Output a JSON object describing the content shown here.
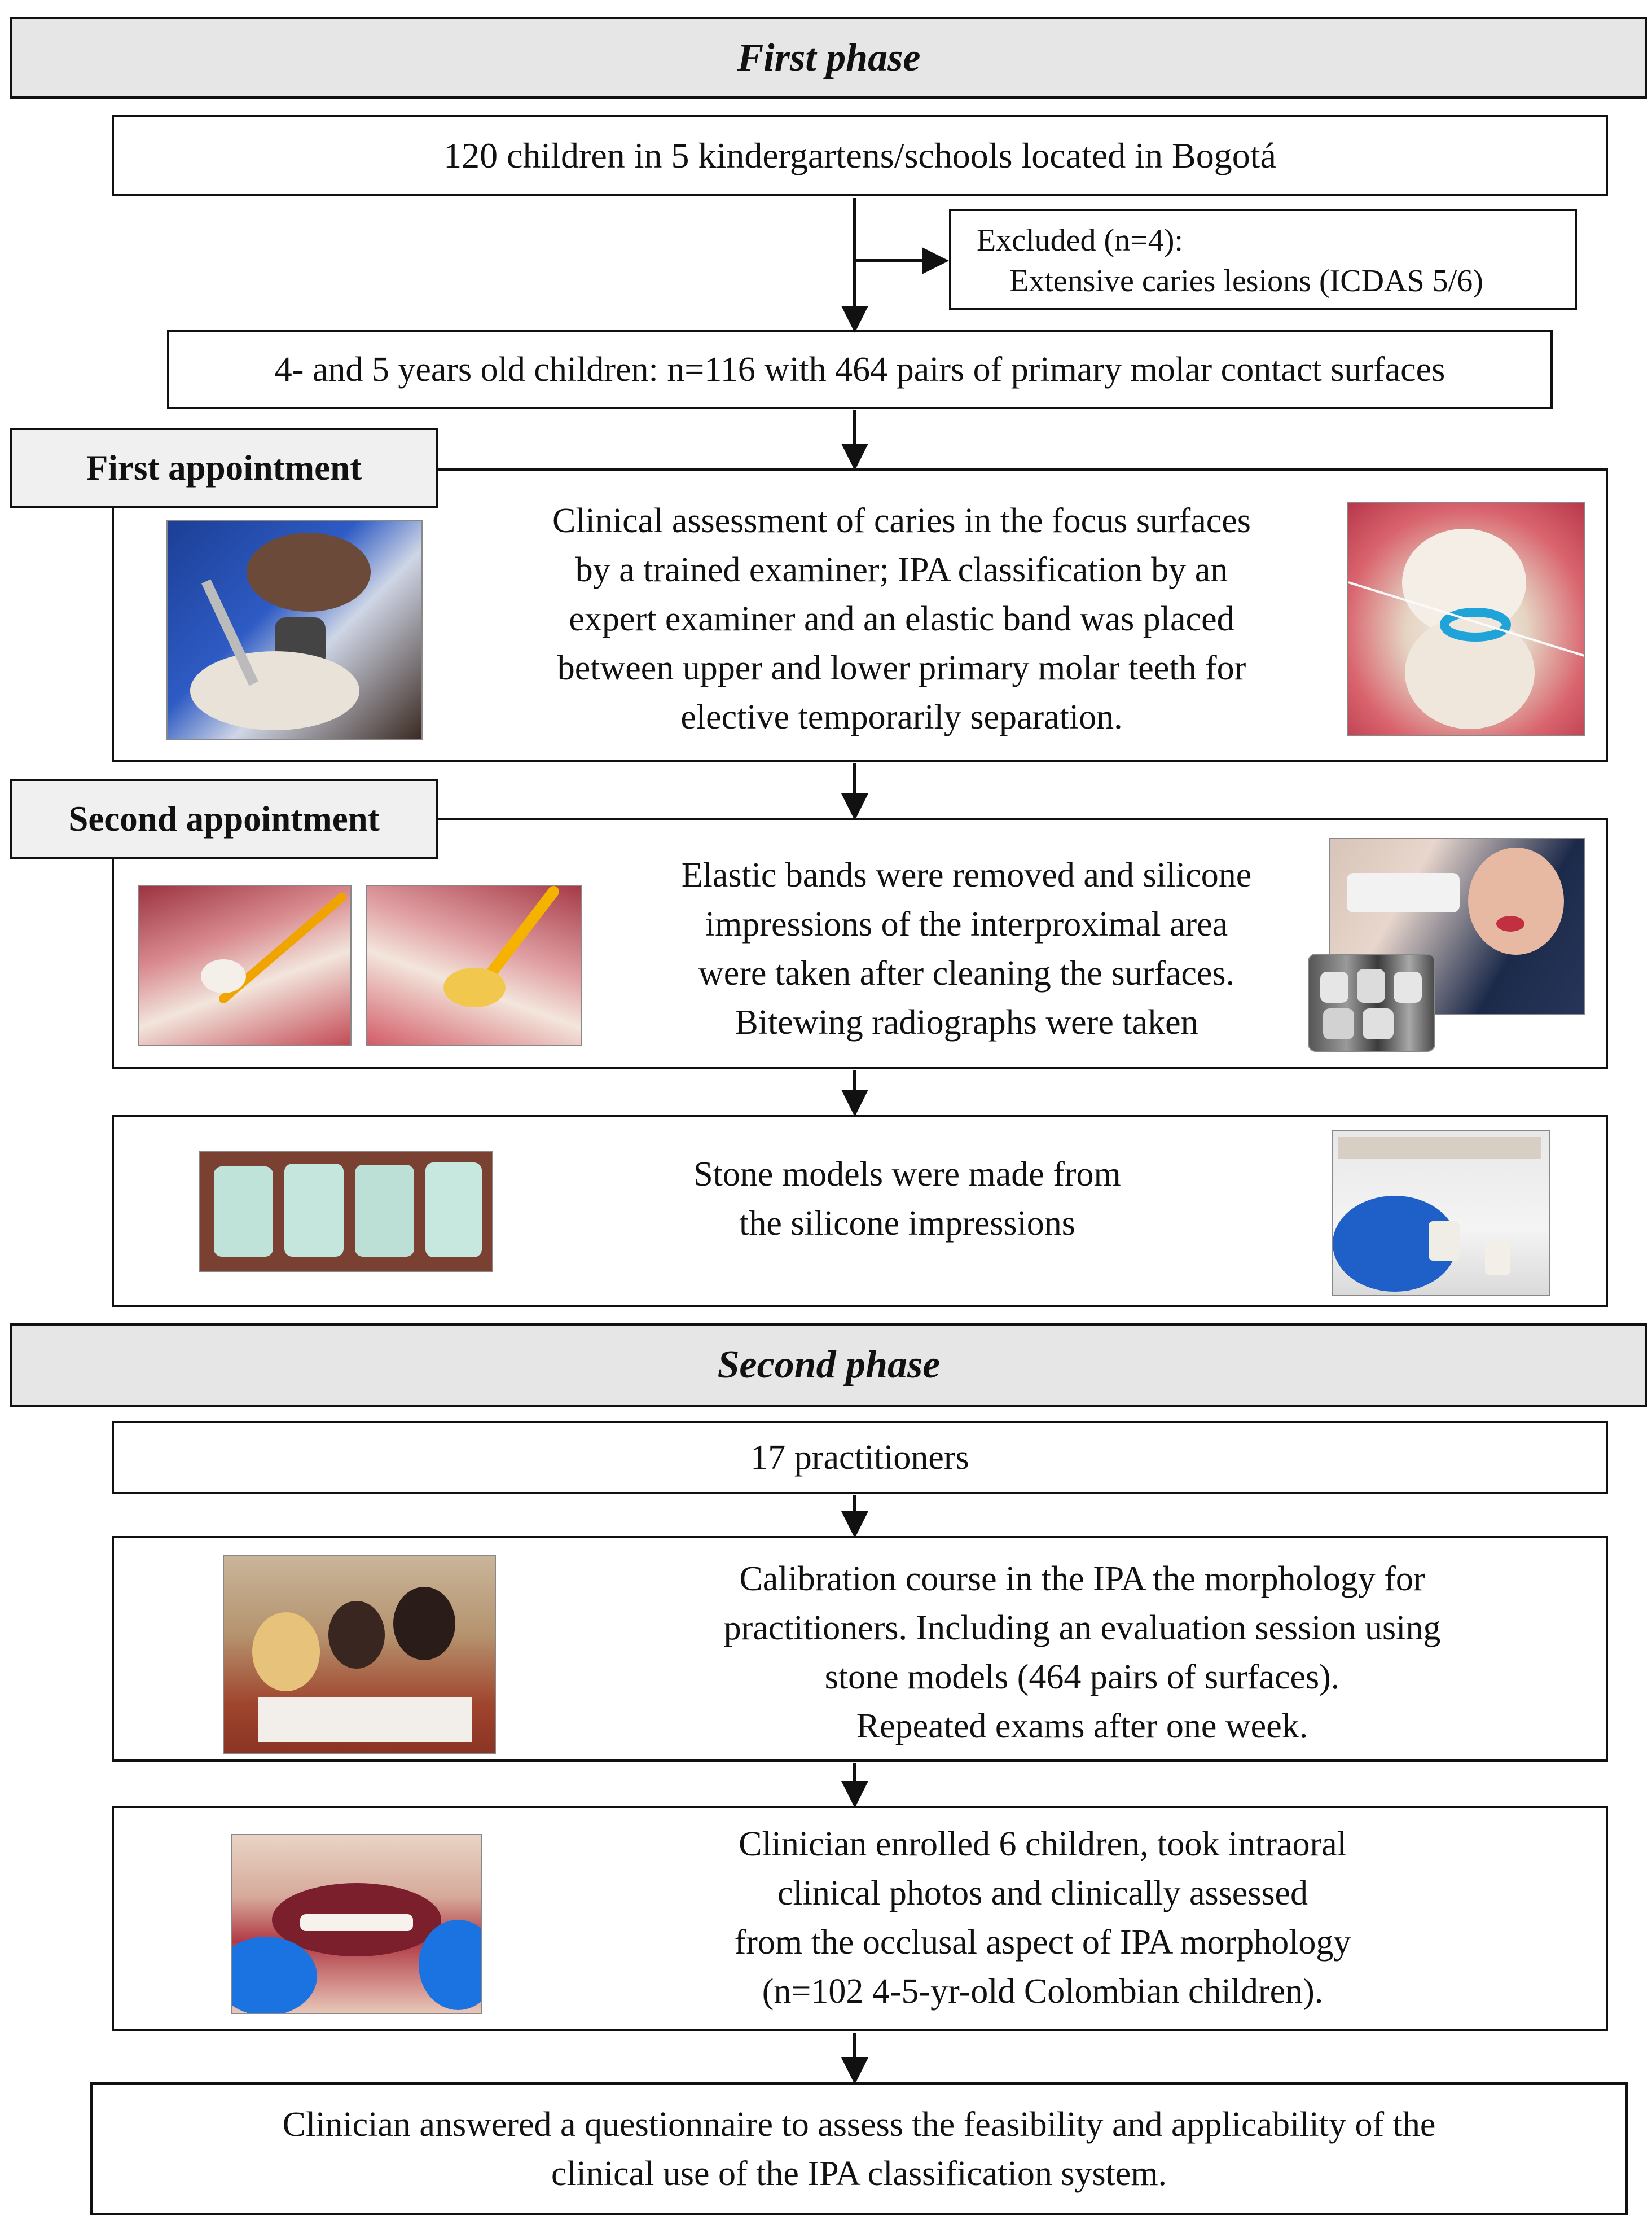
{
  "first_phase": {
    "title": "First phase",
    "recruit": "120 children in 5 kindergartens/schools located in Bogotá",
    "excluded": {
      "line1": "Excluded (n=4):",
      "line2": "Extensive caries lesions (ICDAS 5/6)"
    },
    "sample": "4- and 5 years old children: n=116 with 464 pairs of primary molar contact surfaces",
    "first_appointment": {
      "label": "First appointment",
      "lines": [
        "Clinical assessment of caries in the focus surfaces",
        "by a trained examiner; IPA classification by an",
        "expert examiner and an elastic band was placed",
        "between upper and lower primary molar teeth for",
        "elective temporarily separation."
      ]
    },
    "second_appointment": {
      "label": "Second appointment",
      "lines": [
        "Elastic bands were removed and silicone",
        "impressions of the interproximal area",
        "were taken after cleaning the surfaces.",
        "Bitewing radiographs were taken"
      ]
    },
    "stone_models": {
      "lines": [
        "Stone models were made from",
        "the silicone impressions"
      ]
    }
  },
  "second_phase": {
    "title": "Second phase",
    "practitioners": "17 practitioners",
    "calibration": {
      "lines": [
        "Calibration course in the IPA the morphology for",
        "practitioners. Including an evaluation session using",
        "stone models (464 pairs of surfaces).",
        "Repeated exams after one week."
      ]
    },
    "clinician_enrolled": {
      "lines": [
        "Clinician enrolled 6 children, took intraoral",
        "clinical photos and clinically assessed",
        "from the occlusal aspect of IPA morphology",
        "(n=102 4-5-yr-old Colombian children)."
      ]
    },
    "questionnaire": {
      "lines": [
        "Clinician answered a questionnaire to assess the feasibility and applicability of the",
        "clinical use of the IPA classification system."
      ]
    }
  }
}
